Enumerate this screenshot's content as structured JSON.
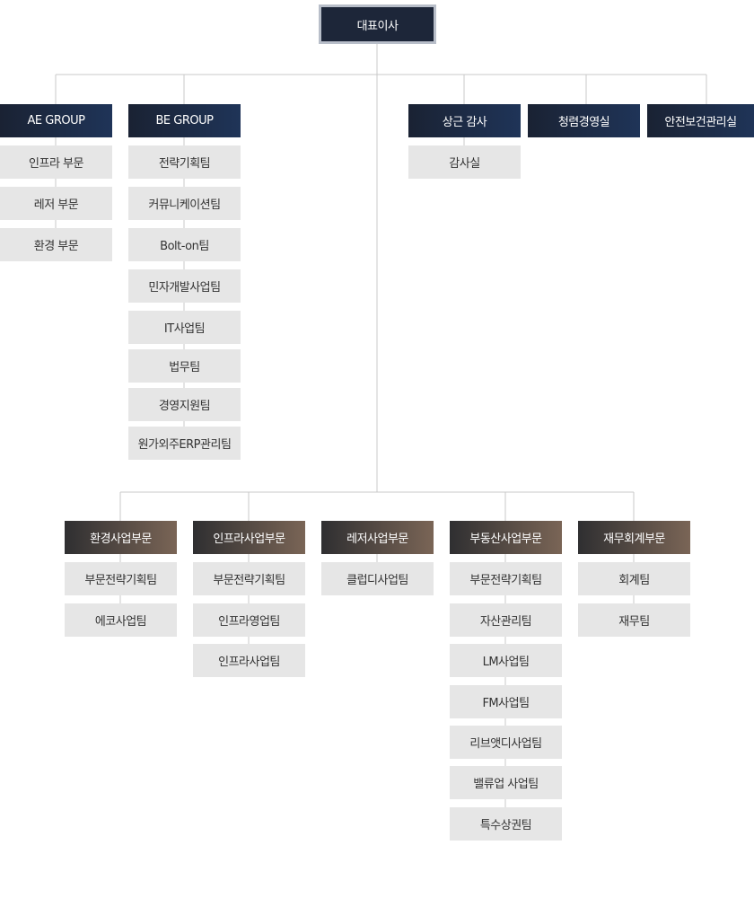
{
  "ceo": {
    "label": "대표이사"
  },
  "top_units": [
    {
      "label": "AE GROUP",
      "teams": [
        "인프라 부문",
        "레저 부문",
        "환경 부문"
      ]
    },
    {
      "label": "BE GROUP",
      "teams": [
        "전략기획팀",
        "커뮤니케이션팀",
        "Bolt-on팀",
        "민자개발사업팀",
        "IT사업팀",
        "법무팀",
        "경영지원팀",
        "원가외주ERP관리팀"
      ]
    },
    {
      "label": "상근 감사",
      "teams": [
        "감사실"
      ]
    },
    {
      "label": "청렴경영실",
      "teams": []
    },
    {
      "label": "안전보건관리실",
      "teams": []
    }
  ],
  "divisions": [
    {
      "label": "환경사업부문",
      "teams": [
        "부문전략기획팀",
        "에코사업팀"
      ]
    },
    {
      "label": "인프라사업부문",
      "teams": [
        "부문전략기획팀",
        "인프라영업팀",
        "인프라사업팀"
      ]
    },
    {
      "label": "레저사업부문",
      "teams": [
        "클럽디사업팀"
      ]
    },
    {
      "label": "부동산사업부문",
      "teams": [
        "부문전략기획팀",
        "자산관리팀",
        "LM사업팀",
        "FM사업팀",
        "리브앳디사업팀",
        "밸류업 사업팀",
        "특수상권팀"
      ]
    },
    {
      "label": "재무회계부문",
      "teams": [
        "회계팀",
        "재무팀"
      ]
    }
  ]
}
